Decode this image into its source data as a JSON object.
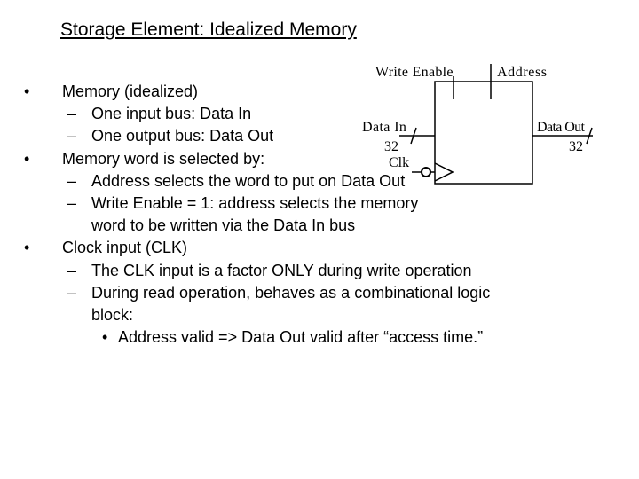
{
  "title": "Storage Element: Idealized Memory",
  "diagram": {
    "write_enable": "Write Enable",
    "address": "Address",
    "data_in": "Data In",
    "data_in_width": "32",
    "data_out": "Data Out",
    "data_out_width": "32",
    "clk": "Clk"
  },
  "bullets": [
    {
      "level": 1,
      "text": "Memory (idealized)"
    },
    {
      "level": 2,
      "text": "One input bus: Data In"
    },
    {
      "level": 2,
      "text": "One output bus: Data Out"
    },
    {
      "level": 1,
      "text": "Memory word is selected by:"
    },
    {
      "level": 2,
      "text": "Address selects the word to put on Data Out"
    },
    {
      "level": 2,
      "text": "Write Enable = 1: address selects the memory"
    },
    {
      "level": 3,
      "text": "word to be written via the Data In bus"
    },
    {
      "level": 1,
      "text": "Clock input (CLK)"
    },
    {
      "level": 2,
      "text": "The CLK input is a factor ONLY during write operation"
    },
    {
      "level": 2,
      "text": "During read operation, behaves  as a combinational logic"
    },
    {
      "level": 3,
      "text": "block:"
    },
    {
      "level": 4,
      "text": "Address valid => Data Out valid after “access time.”"
    }
  ]
}
